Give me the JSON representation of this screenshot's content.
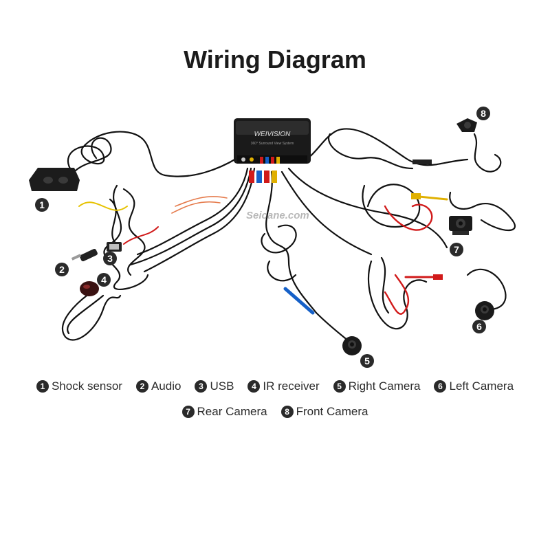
{
  "title": "Wiring Diagram",
  "watermark": "Seicane.com",
  "control_box": {
    "brand": "WEIVISION",
    "subtitle": "360° Surround View System"
  },
  "callouts": [
    "1",
    "2",
    "3",
    "4",
    "5",
    "6",
    "7",
    "8"
  ],
  "legend": [
    {
      "num": "1",
      "label": "Shock sensor"
    },
    {
      "num": "2",
      "label": "Audio"
    },
    {
      "num": "3",
      "label": "USB"
    },
    {
      "num": "4",
      "label": "IR receiver"
    },
    {
      "num": "5",
      "label": "Right Camera"
    },
    {
      "num": "6",
      "label": "Left Camera"
    },
    {
      "num": "7",
      "label": "Rear Camera"
    },
    {
      "num": "8",
      "label": "Front Camera"
    }
  ]
}
